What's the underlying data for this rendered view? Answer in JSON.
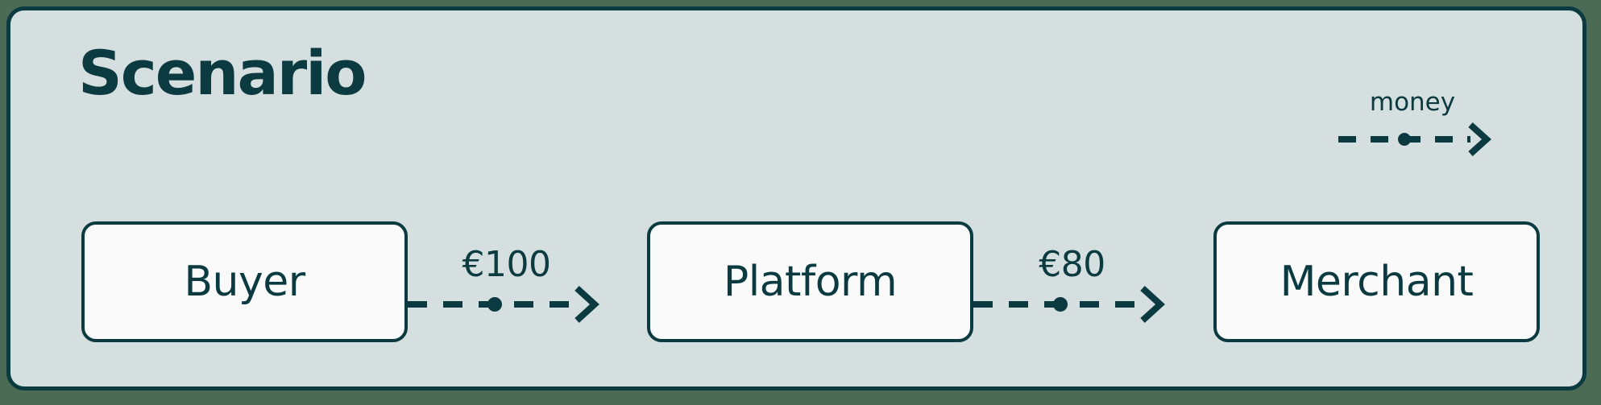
{
  "diagram": {
    "title": "Scenario",
    "panel_bg": "#d5dfdf",
    "canvas_bg": "#4b6b55",
    "stroke_color": "#0b3a40",
    "node_fill": "#fafafa"
  },
  "legend": {
    "label": "money",
    "arrow_style": "dashed-with-midpoint-dot",
    "arrowhead": "open-chevron"
  },
  "nodes": [
    {
      "id": "buyer",
      "label": "Buyer"
    },
    {
      "id": "platform",
      "label": "Platform"
    },
    {
      "id": "merchant",
      "label": "Merchant"
    }
  ],
  "edges": [
    {
      "id": "buyer-to-platform",
      "label": "€100",
      "from": "buyer",
      "to": "platform"
    },
    {
      "id": "platform-to-merchant",
      "label": "€80",
      "from": "platform",
      "to": "merchant"
    }
  ]
}
